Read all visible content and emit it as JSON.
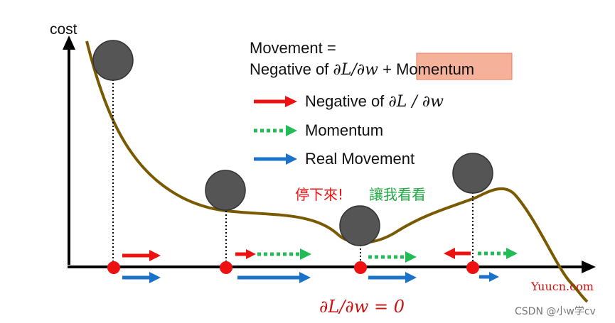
{
  "axis": {
    "y_label": "cost"
  },
  "formula": {
    "line1": "Movement =",
    "line2_prefix": "Negative of ",
    "line2_math": "∂L/∂w",
    "line2_plus": " + ",
    "line2_highlight": "Momentum"
  },
  "legend": {
    "items": [
      {
        "text_prefix": "Negative of ",
        "text_math": "∂L / ∂w",
        "color": "#ee1111",
        "style": "solid"
      },
      {
        "text_prefix": "Momentum",
        "text_math": "",
        "color": "#22bb55",
        "style": "dotted"
      },
      {
        "text_prefix": "Real Movement",
        "text_math": "",
        "color": "#1a73c8",
        "style": "solid"
      }
    ]
  },
  "notes": {
    "stop": "停下來!",
    "stop_color": "#ee1111",
    "letting": "讓我看看",
    "letting_color": "#22aa44"
  },
  "bottom_label": "∂L/∂w = 0",
  "bottom_label_color": "#cc1111",
  "watermarks": {
    "site": "Yuucn.com",
    "site_color": "#cc1111",
    "csdn": "CSDN @小w学cv"
  },
  "colors": {
    "curve": "#7a5a00",
    "ball": "#555555",
    "dot": "#ee1111",
    "highlight_bg": "#f5b19a"
  }
}
